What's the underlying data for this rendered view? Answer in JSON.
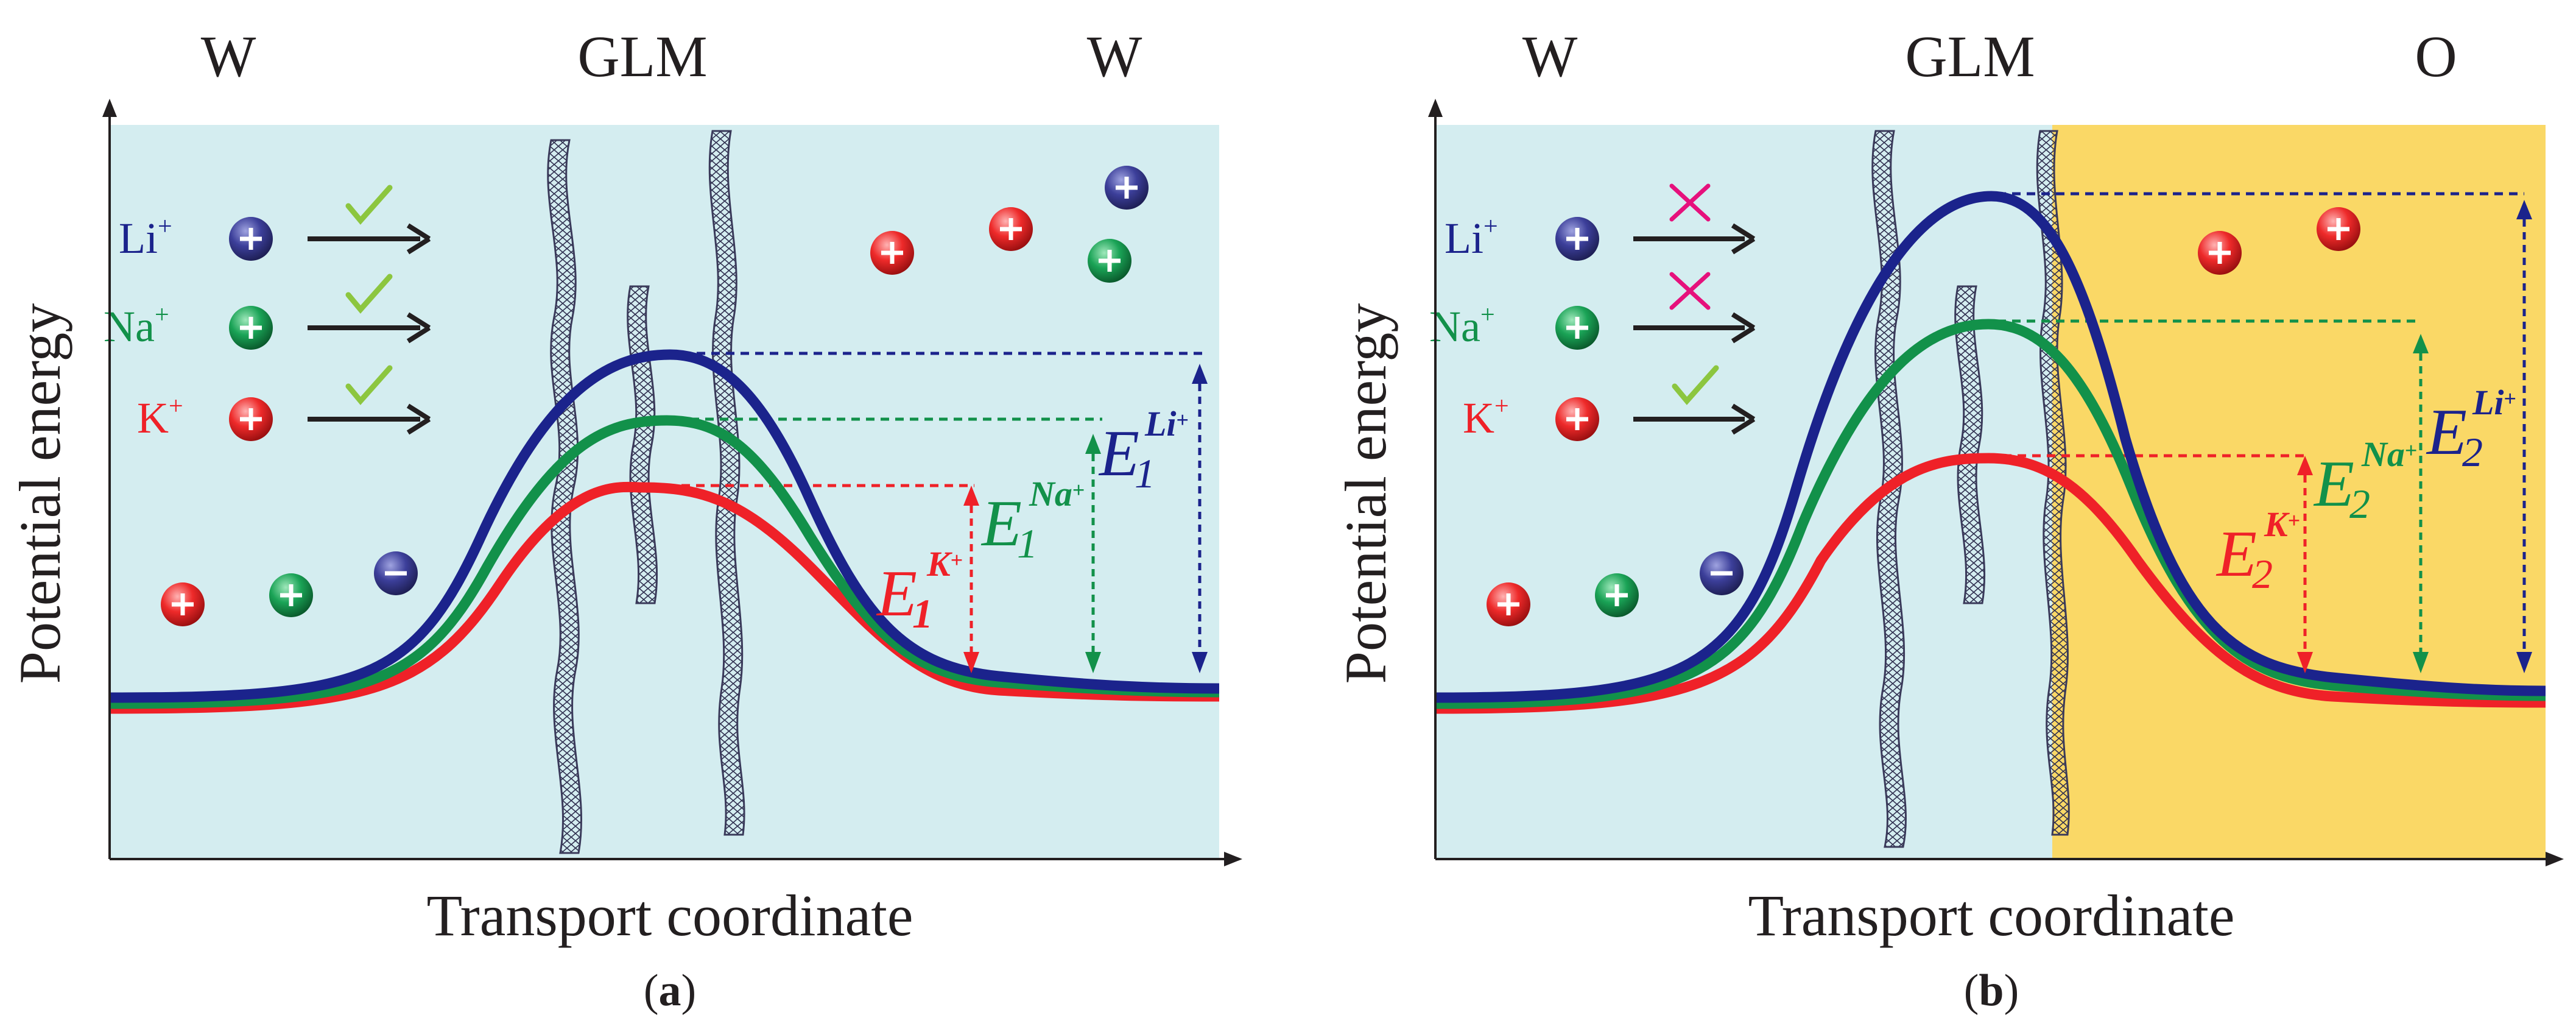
{
  "colors": {
    "water": "#d4edf0",
    "oil": "#fad866",
    "li": "#1b238c",
    "na": "#12914a",
    "k": "#ef2128",
    "check": "#8cc63f",
    "cross": "#e6117c",
    "axis": "#231f20",
    "membrane": "#3a3a5a"
  },
  "panels": [
    {
      "id": "a",
      "header": {
        "left": "W",
        "middle": "GLM",
        "right": "W"
      },
      "ylabel": "Potential energy",
      "xlabel": "Transport coordinate",
      "caption": {
        "open": "(",
        "letter": "a",
        "close": ")"
      },
      "right_phase": "water",
      "ions": [
        {
          "name": "Li",
          "sup": "+",
          "mark": "check"
        },
        {
          "name": "Na",
          "sup": "+",
          "mark": "check"
        },
        {
          "name": "K",
          "sup": "+",
          "mark": "check"
        }
      ],
      "energies": [
        {
          "ion": "k",
          "E": "E",
          "sub": "1",
          "sup": "K",
          "plus": "+"
        },
        {
          "ion": "na",
          "E": "E",
          "sub": "1",
          "sup": "Na",
          "plus": "+"
        },
        {
          "ion": "li",
          "E": "E",
          "sub": "1",
          "sup": "Li",
          "plus": "+"
        }
      ]
    },
    {
      "id": "b",
      "header": {
        "left": "W",
        "middle": "GLM",
        "right": "O"
      },
      "ylabel": "Potential energy",
      "xlabel": "Transport coordinate",
      "caption": {
        "open": "(",
        "letter": "b",
        "close": ")"
      },
      "right_phase": "oil",
      "ions": [
        {
          "name": "Li",
          "sup": "+",
          "mark": "cross"
        },
        {
          "name": "Na",
          "sup": "+",
          "mark": "cross"
        },
        {
          "name": "K",
          "sup": "+",
          "mark": "check"
        }
      ],
      "energies": [
        {
          "ion": "k",
          "E": "E",
          "sub": "2",
          "sup": "K",
          "plus": "+"
        },
        {
          "ion": "na",
          "E": "E",
          "sub": "2",
          "sup": "Na",
          "plus": "+"
        },
        {
          "ion": "li",
          "E": "E",
          "sub": "2",
          "sup": "Li",
          "plus": "+"
        }
      ]
    }
  ]
}
